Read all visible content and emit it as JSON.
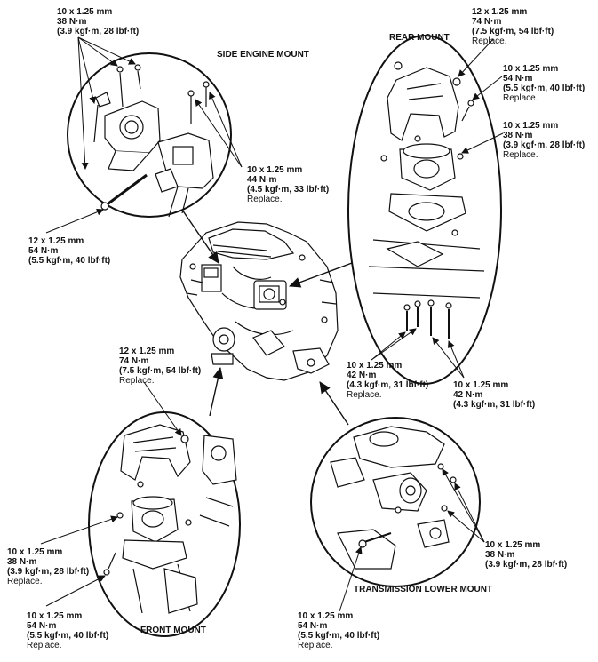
{
  "titles": {
    "side_engine_mount": [
      "SIDE ENGINE",
      "MOUNT"
    ],
    "rear_mount": [
      "REAR MOUNT"
    ],
    "front_mount": [
      "FRONT MOUNT"
    ],
    "transmission_lower_mount": [
      "TRANSMISSION LOWER",
      "MOUNT"
    ]
  },
  "specs": {
    "side_top": {
      "size": "10 x 1.25 mm",
      "torque": "38 N·m",
      "alt": "(3.9 kgf·m, 28 lbf·ft)",
      "note": ""
    },
    "side_right": {
      "size": "10 x 1.25 mm",
      "torque": "44 N·m",
      "alt": "(4.5 kgf·m, 33 lbf·ft)",
      "note": "Replace."
    },
    "side_left": {
      "size": "12 x 1.25 mm",
      "torque": "54 N·m",
      "alt": "(5.5 kgf·m, 40 lbf·ft)",
      "note": ""
    },
    "rear_top": {
      "size": "12 x 1.25 mm",
      "torque": "74 N·m",
      "alt": "(7.5 kgf·m, 54 lbf·ft)",
      "note": "Replace."
    },
    "rear_right1": {
      "size": "10 x 1.25 mm",
      "torque": "54 N·m",
      "alt": "(5.5 kgf·m, 40 lbf·ft)",
      "note": "Replace."
    },
    "rear_right2": {
      "size": "10 x 1.25 mm",
      "torque": "38 N·m",
      "alt": "(3.9 kgf·m, 28 lbf·ft)",
      "note": "Replace."
    },
    "rear_bottom_left": {
      "size": "10 x 1.25 mm",
      "torque": "42 N·m",
      "alt": "(4.3 kgf·m, 31 lbf·ft)",
      "note": "Replace."
    },
    "rear_bottom_right": {
      "size": "10 x 1.25 mm",
      "torque": "42 N·m",
      "alt": "(4.3 kgf·m, 31 lbf·ft)",
      "note": ""
    },
    "front_top": {
      "size": "12 x 1.25 mm",
      "torque": "74 N·m",
      "alt": "(7.5 kgf·m, 54 lbf·ft)",
      "note": "Replace."
    },
    "front_left1": {
      "size": "10 x 1.25 mm",
      "torque": "38 N·m",
      "alt": "(3.9 kgf·m, 28 lbf·ft)",
      "note": "Replace."
    },
    "front_left2": {
      "size": "10 x 1.25 mm",
      "torque": "54 N·m",
      "alt": "(5.5 kgf·m, 40 lbf·ft)",
      "note": "Replace."
    },
    "trans_right": {
      "size": "10 x 1.25 mm",
      "torque": "38 N·m",
      "alt": "(3.9 kgf·m, 28 lbf·ft)",
      "note": ""
    },
    "trans_bottom": {
      "size": "10 x 1.25 mm",
      "torque": "54 N·m",
      "alt": "(5.5 kgf·m, 40 lbf·ft)",
      "note": "Replace."
    }
  }
}
